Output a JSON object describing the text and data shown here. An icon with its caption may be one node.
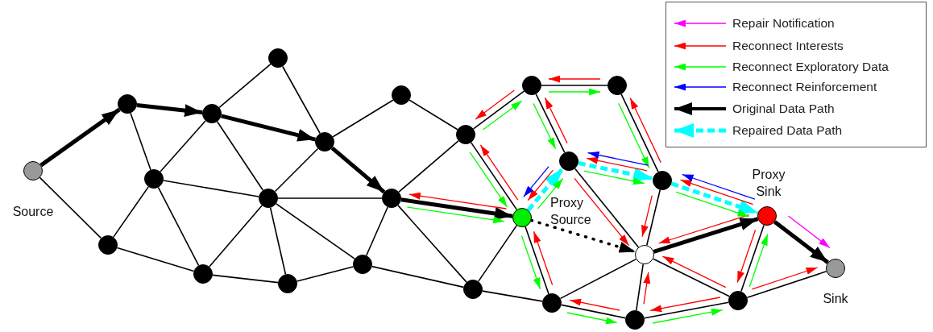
{
  "diagram": {
    "nodes": [
      {
        "text": [
          "Source"
        ]
      },
      {
        "text": [],
        "shape": "circle"
      },
      {
        "text": [],
        "shape": "circle"
      },
      {
        "text": [],
        "shape": "circle"
      },
      {
        "text": [],
        "shape": "circle"
      },
      {
        "text": [],
        "shape": "circle"
      },
      {
        "text": [],
        "shape": "circle"
      },
      {
        "text": [],
        "shape": "circle"
      },
      {
        "text": [],
        "shape": "circle"
      },
      {
        "text": [],
        "shape": "circle"
      },
      {
        "text": [],
        "shape": "circle"
      },
      {
        "text": [],
        "shape": "circle"
      },
      {
        "text": [],
        "shape": "circle"
      },
      {
        "text": [],
        "shape": "circle"
      },
      {
        "text": [],
        "shape": "circle"
      },
      {
        "text": [
          "Proxy Source"
        ]
      },
      {
        "text": [],
        "shape": "circle"
      },
      {
        "text": [],
        "shape": "circle"
      },
      {
        "text": [],
        "shape": "circle"
      },
      {
        "text": [],
        "shape": "circle"
      },
      {
        "text": [],
        "shape": "circle"
      },
      {
        "text": [
          "Proxy Sink"
        ]
      },
      {
        "text": [],
        "shape": "circle"
      },
      {
        "text": [],
        "shape": "circle"
      },
      {
        "text": [],
        "shape": "circle"
      },
      {
        "text": [
          "Sink"
        ]
      }
    ],
    "edges": [
      {
        "from": 0,
        "to": 1,
        "arrow": "to",
        "style": "thick"
      },
      {
        "from": 0,
        "to": 7,
        "arrow": "none"
      },
      {
        "from": 1,
        "to": 2,
        "arrow": "to",
        "style": "thick"
      },
      {
        "from": 1,
        "to": 5,
        "arrow": "none"
      },
      {
        "from": 2,
        "to": 3,
        "arrow": "none"
      },
      {
        "from": 2,
        "to": 4,
        "arrow": "to",
        "style": "thick"
      },
      {
        "from": 2,
        "to": 5,
        "arrow": "none"
      },
      {
        "from": 2,
        "to": 6,
        "arrow": "none"
      },
      {
        "from": 3,
        "to": 4,
        "arrow": "none"
      },
      {
        "from": 4,
        "to": 6,
        "arrow": "none"
      },
      {
        "from": 4,
        "to": 11,
        "arrow": "to",
        "style": "thick"
      },
      {
        "from": 4,
        "to": 12,
        "arrow": "none"
      },
      {
        "from": 5,
        "to": 6,
        "arrow": "none"
      },
      {
        "from": 5,
        "to": 7,
        "arrow": "none"
      },
      {
        "from": 5,
        "to": 8,
        "arrow": "none"
      },
      {
        "from": 6,
        "to": 8,
        "arrow": "none"
      },
      {
        "from": 6,
        "to": 9,
        "arrow": "none"
      },
      {
        "from": 6,
        "to": 10,
        "arrow": "none"
      },
      {
        "from": 6,
        "to": 11,
        "arrow": "none"
      },
      {
        "from": 7,
        "to": 8,
        "arrow": "none"
      },
      {
        "from": 8,
        "to": 9,
        "arrow": "none"
      },
      {
        "from": 9,
        "to": 10,
        "arrow": "none"
      },
      {
        "from": 10,
        "to": 11,
        "arrow": "none"
      },
      {
        "from": 10,
        "to": 14,
        "arrow": "none"
      },
      {
        "from": 11,
        "to": 13,
        "arrow": "none"
      },
      {
        "from": 11,
        "to": 14,
        "arrow": "none"
      },
      {
        "from": 11,
        "to": 15,
        "arrow": "to",
        "style": "thick"
      },
      {
        "from": 12,
        "to": 13,
        "arrow": "none"
      },
      {
        "from": 13,
        "to": 15,
        "arrow": "none"
      },
      {
        "from": 13,
        "to": 16,
        "arrow": "none"
      },
      {
        "from": 14,
        "to": 15,
        "arrow": "none"
      },
      {
        "from": 14,
        "to": 22,
        "arrow": "none"
      },
      {
        "from": 15,
        "to": 22,
        "arrow": "none"
      },
      {
        "from": 16,
        "to": 17,
        "arrow": "none"
      },
      {
        "from": 16,
        "to": 18,
        "arrow": "none"
      },
      {
        "from": 17,
        "to": 19,
        "arrow": "none"
      },
      {
        "from": 18,
        "to": 20,
        "arrow": "none"
      },
      {
        "from": 19,
        "to": 20,
        "arrow": "none"
      },
      {
        "from": 20,
        "to": 21,
        "arrow": "to",
        "style": "thick"
      },
      {
        "from": 20,
        "to": 22,
        "arrow": "none"
      },
      {
        "from": 20,
        "to": 23,
        "arrow": "none"
      },
      {
        "from": 20,
        "to": 24,
        "arrow": "none"
      },
      {
        "from": 21,
        "to": 24,
        "arrow": "none"
      },
      {
        "from": 21,
        "to": 25,
        "arrow": "to",
        "style": "thick"
      },
      {
        "from": 22,
        "to": 23,
        "arrow": "none"
      },
      {
        "from": 23,
        "to": 24,
        "arrow": "none"
      },
      {
        "from": 24,
        "to": 25,
        "arrow": "none"
      },
      {
        "from": 15,
        "to": 18,
        "arrow": "to",
        "style": "dashed",
        "color": "#00ffff"
      },
      {
        "from": 18,
        "to": 19,
        "arrow": "to",
        "style": "dashed",
        "color": "#00ffff"
      },
      {
        "from": 19,
        "to": 21,
        "arrow": "to",
        "style": "dashed",
        "color": "#00ffff"
      },
      {
        "from": 15,
        "to": 20,
        "arrow": "to",
        "style": "dashed"
      },
      {
        "from": 15,
        "to": 11,
        "arrow": "to",
        "color": "#ff0000"
      },
      {
        "from": 16,
        "to": 13,
        "arrow": "to",
        "color": "#ff0000"
      },
      {
        "from": 17,
        "to": 16,
        "arrow": "to",
        "color": "#ff0000"
      },
      {
        "from": 15,
        "to": 13,
        "arrow": "to",
        "color": "#ff0000"
      },
      {
        "from": 18,
        "to": 15,
        "arrow": "to",
        "color": "#ff0000"
      },
      {
        "from": 18,
        "to": 16,
        "arrow": "to",
        "color": "#ff0000"
      },
      {
        "from": 19,
        "to": 17,
        "arrow": "to",
        "color": "#ff0000"
      },
      {
        "from": 19,
        "to": 18,
        "arrow": "to",
        "color": "#ff0000"
      },
      {
        "from": 18,
        "to": 20,
        "arrow": "to",
        "color": "#ff0000"
      },
      {
        "from": 19,
        "to": 20,
        "arrow": "to",
        "color": "#ff0000"
      },
      {
        "from": 21,
        "to": 19,
        "arrow": "to",
        "color": "#ff0000"
      },
      {
        "from": 22,
        "to": 15,
        "arrow": "to",
        "color": "#ff0000"
      },
      {
        "from": 21,
        "to": 20,
        "arrow": "to",
        "color": "#ff0000"
      },
      {
        "from": 24,
        "to": 20,
        "arrow": "to",
        "color": "#ff0000"
      },
      {
        "from": 23,
        "to": 20,
        "arrow": "to",
        "color": "#ff0000"
      },
      {
        "from": 21,
        "to": 24,
        "arrow": "to",
        "color": "#ff0000"
      },
      {
        "from": 24,
        "to": 23,
        "arrow": "to",
        "color": "#ff0000"
      },
      {
        "from": 23,
        "to": 22,
        "arrow": "to",
        "color": "#ff0000"
      },
      {
        "from": 24,
        "to": 25,
        "arrow": "to",
        "color": "#ff0000"
      },
      {
        "from": 11,
        "to": 15,
        "arrow": "to",
        "color": "#00ff00"
      },
      {
        "from": 13,
        "to": 16,
        "arrow": "to",
        "color": "#00ff00"
      },
      {
        "from": 13,
        "to": 15,
        "arrow": "to",
        "color": "#00ff00"
      },
      {
        "from": 16,
        "to": 17,
        "arrow": "to",
        "color": "#00ff00"
      },
      {
        "from": 16,
        "to": 18,
        "arrow": "to",
        "color": "#00ff00"
      },
      {
        "from": 17,
        "to": 19,
        "arrow": "to",
        "color": "#00ff00"
      },
      {
        "from": 18,
        "to": 19,
        "arrow": "to",
        "color": "#00ff00"
      },
      {
        "from": 15,
        "to": 18,
        "arrow": "to",
        "color": "#00ff00"
      },
      {
        "from": 15,
        "to": 22,
        "arrow": "to",
        "color": "#00ff00"
      },
      {
        "from": 19,
        "to": 21,
        "arrow": "to",
        "color": "#00ff00"
      },
      {
        "from": 22,
        "to": 23,
        "arrow": "to",
        "color": "#00ff00"
      },
      {
        "from": 23,
        "to": 24,
        "arrow": "to",
        "color": "#00ff00"
      },
      {
        "from": 24,
        "to": 21,
        "arrow": "to",
        "color": "#00ff00"
      },
      {
        "from": 18,
        "to": 15,
        "arrow": "to",
        "color": "#0000ff"
      },
      {
        "from": 19,
        "to": 18,
        "arrow": "to",
        "color": "#0000ff"
      },
      {
        "from": 21,
        "to": 19,
        "arrow": "to",
        "color": "#0000ff"
      },
      {
        "from": 21,
        "to": 25,
        "arrow": "to",
        "color": "#ff00ff"
      }
    ],
    "legend": [
      {
        "text": "Repair Notification"
      },
      {
        "text": "Reconnect Interests"
      },
      {
        "text": "Reconnect Exploratory Data"
      },
      {
        "text": "Reconnect Reinforcement"
      },
      {
        "text": "Original Data Path"
      },
      {
        "text": "Repaired Data Path"
      }
    ]
  }
}
